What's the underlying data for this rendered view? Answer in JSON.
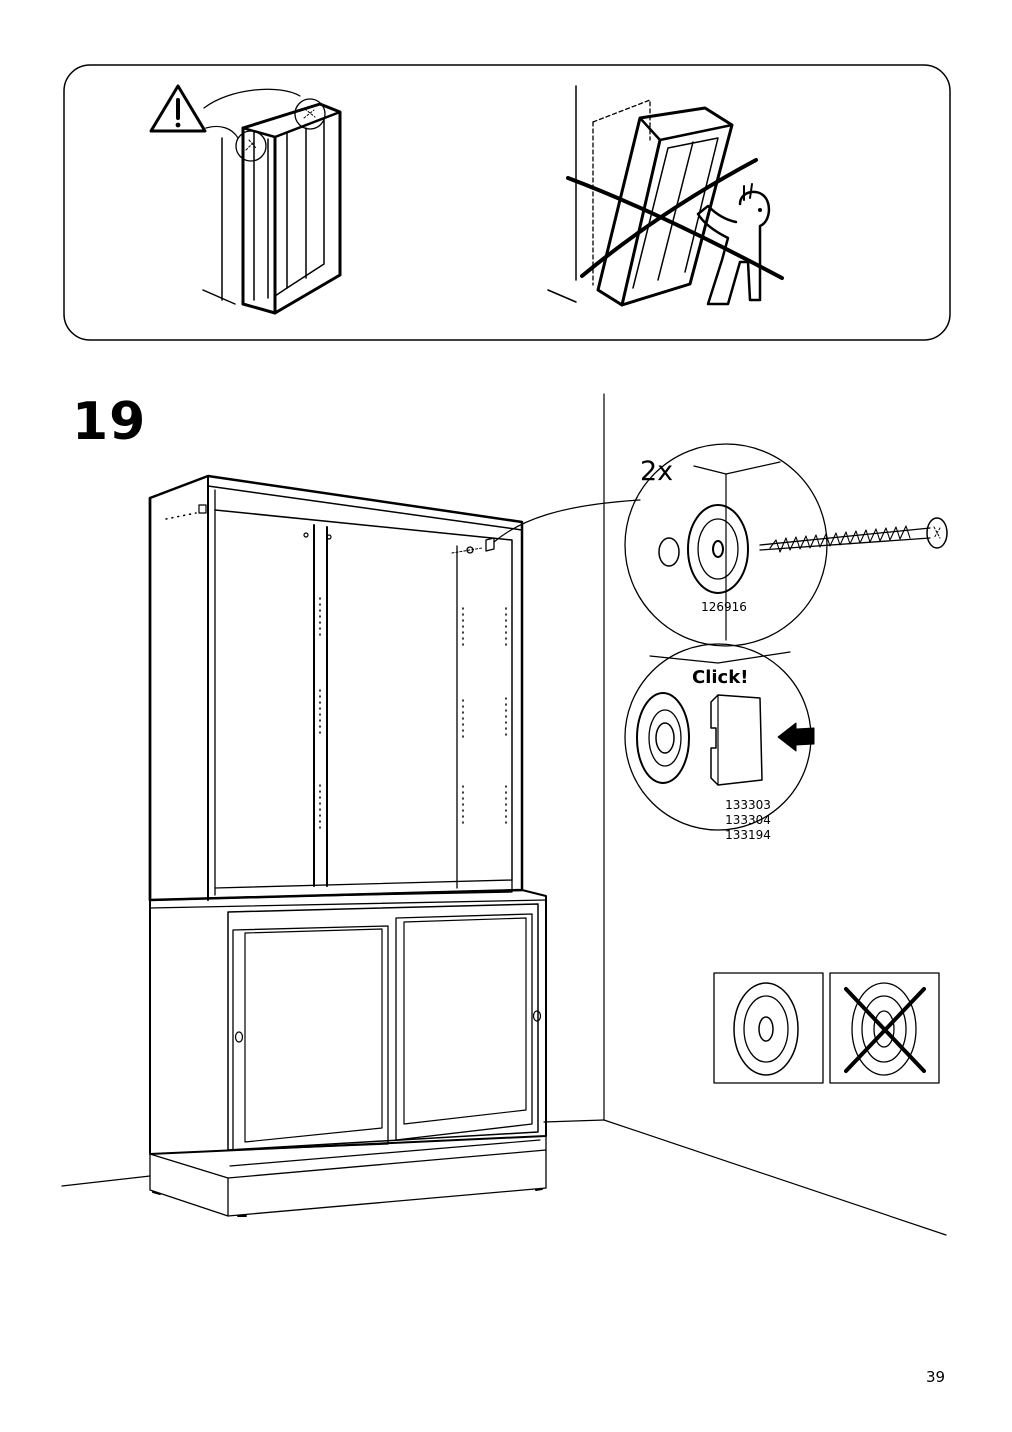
{
  "step": {
    "number": "19"
  },
  "fixing": {
    "quantity": "2x",
    "screw_part": "126916",
    "click_text": "Click!",
    "bracket_parts": [
      "133303",
      "133304",
      "133194"
    ]
  },
  "warning": {
    "icon": "warning-triangle-icon"
  },
  "page": {
    "number": "39"
  }
}
